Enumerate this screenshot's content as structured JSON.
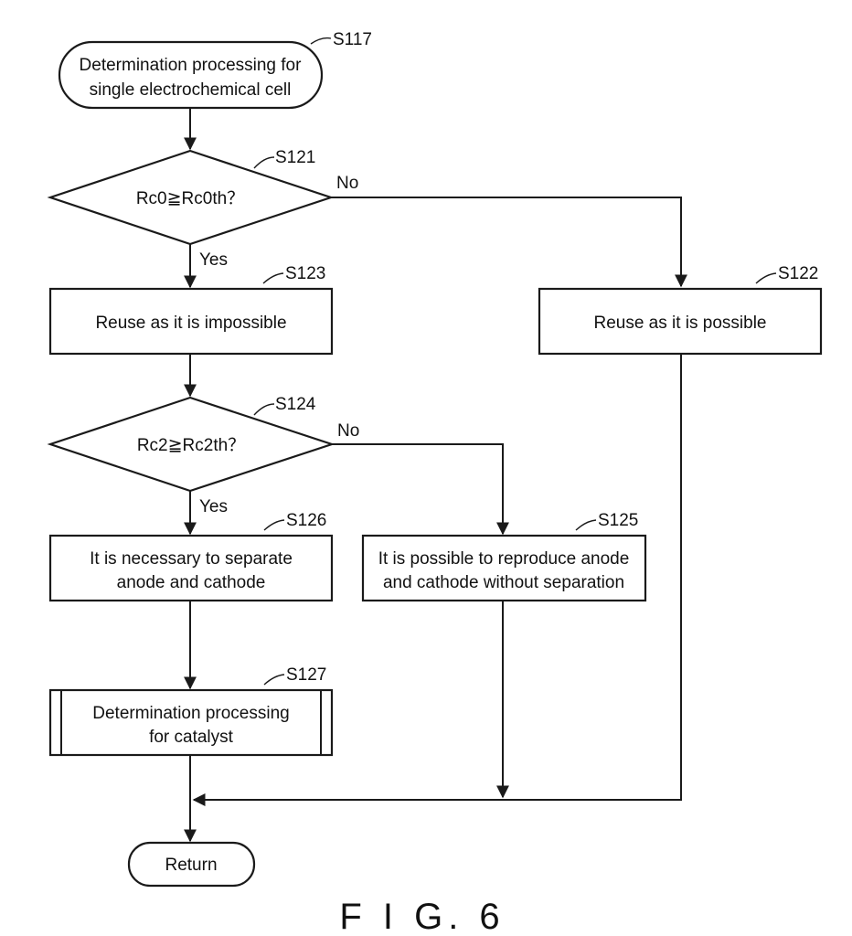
{
  "steps": {
    "s117": {
      "id": "S117",
      "line1": "Determination processing for",
      "line2": "single electrochemical cell"
    },
    "s121": {
      "id": "S121",
      "text": "Rc0≧Rc0th？"
    },
    "s122": {
      "id": "S122",
      "text": "Reuse as it is possible"
    },
    "s123": {
      "id": "S123",
      "text": "Reuse as it is impossible"
    },
    "s124": {
      "id": "S124",
      "text": "Rc2≧Rc2th？"
    },
    "s125": {
      "id": "S125",
      "line1": "It is possible to reproduce anode",
      "line2": "and cathode without separation"
    },
    "s126": {
      "id": "S126",
      "line1": "It is necessary to separate",
      "line2": "anode and cathode"
    },
    "s127": {
      "id": "S127",
      "line1": "Determination processing",
      "line2": "for catalyst"
    },
    "ret": {
      "text": "Return"
    }
  },
  "branches": {
    "yes": "Yes",
    "no": "No"
  },
  "figure_label": "F I G. 6"
}
